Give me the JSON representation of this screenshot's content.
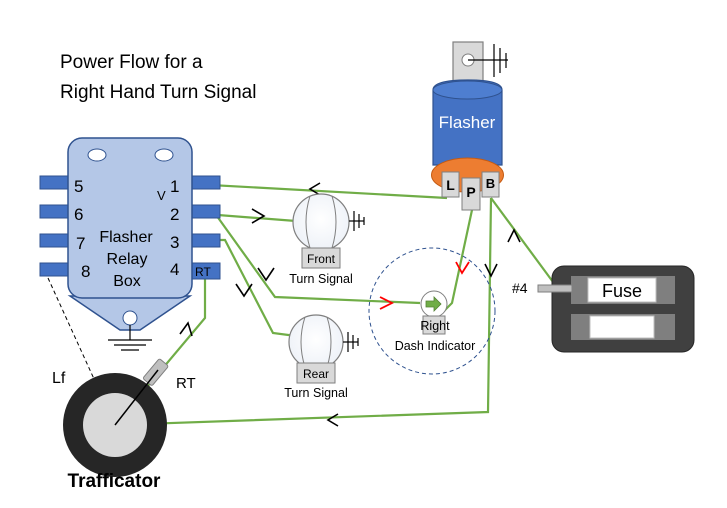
{
  "title": {
    "line1": "Power Flow for a",
    "line2": "Right Hand Turn Signal"
  },
  "flasher": {
    "label": "Flasher",
    "terminals": {
      "l": "L",
      "p": "P",
      "b": "B"
    }
  },
  "relay_box": {
    "label_line1": "Flasher",
    "label_line2": "Relay",
    "label_line3": "Box",
    "pins_left": [
      "5",
      "6",
      "7",
      "8"
    ],
    "pins_right": [
      "1",
      "2",
      "3",
      "4"
    ],
    "rt_tab": "RT",
    "v_mark": "V"
  },
  "front_bulb": {
    "label": "Front",
    "caption": "Turn Signal"
  },
  "rear_bulb": {
    "label": "Rear",
    "caption": "Turn Signal"
  },
  "dash_indicator": {
    "label_line1": "Right",
    "label_line2": "Dash Indicator"
  },
  "fuse_block": {
    "label": "Fuse",
    "terminal": "#4"
  },
  "trafficator": {
    "label": "Trafficator",
    "lf": "Lf",
    "rt": "RT"
  },
  "colors": {
    "wire": "#70ad47",
    "flasher_body": "#4472c4",
    "flasher_base": "#ed7d31",
    "relay_body": "#b4c7e7",
    "relay_tab": "#4472c4",
    "fuse_block": "#404040",
    "arrow_red": "#ff0000"
  }
}
